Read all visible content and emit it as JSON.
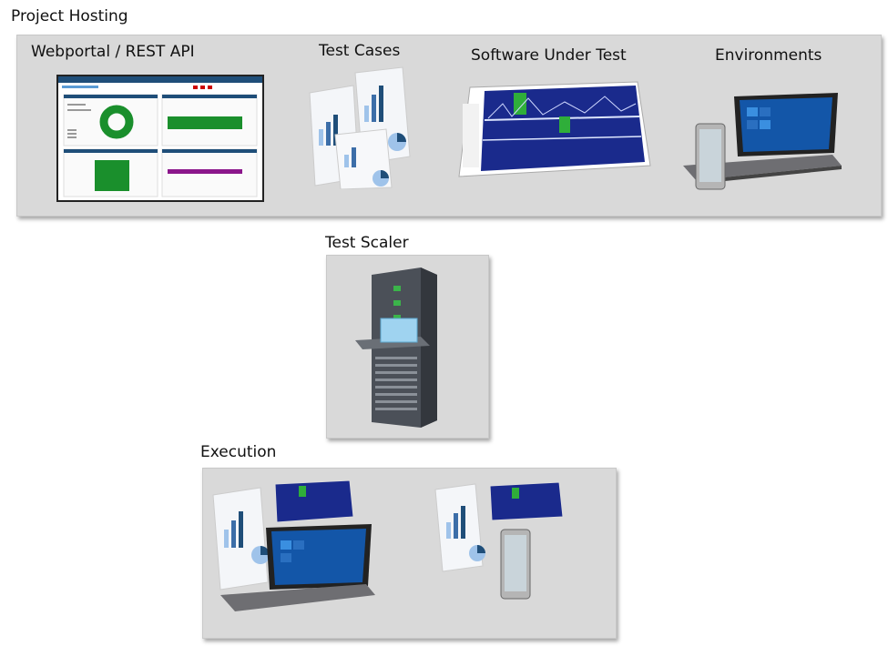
{
  "sections": {
    "project_hosting": {
      "title": "Project Hosting"
    },
    "test_scaler": {
      "title": "Test Scaler"
    },
    "execution": {
      "title": "Execution"
    }
  },
  "components": {
    "webportal": {
      "title": "Webportal / REST API"
    },
    "test_cases": {
      "title": "Test Cases"
    },
    "software_under_test": {
      "title": "Software Under Test"
    },
    "environments": {
      "title": "Environments"
    }
  },
  "icons": {
    "webportal": "dashboard-screenshot-icon",
    "test_cases": "report-documents-icon",
    "software_under_test": "spectrum-software-screen-icon",
    "environments": "tablet-and-phone-icon",
    "test_scaler": "server-rack-icon",
    "execution": "execution-bundle-icon"
  },
  "colors": {
    "panel_bg": "#d9d9d9",
    "dashboard_header": "#1f4e79",
    "donut_green": "#1a8f2c",
    "bar_purple": "#8b168b",
    "spectrum_blue": "#1a2a8c",
    "windows_blue": "#1356a8"
  }
}
